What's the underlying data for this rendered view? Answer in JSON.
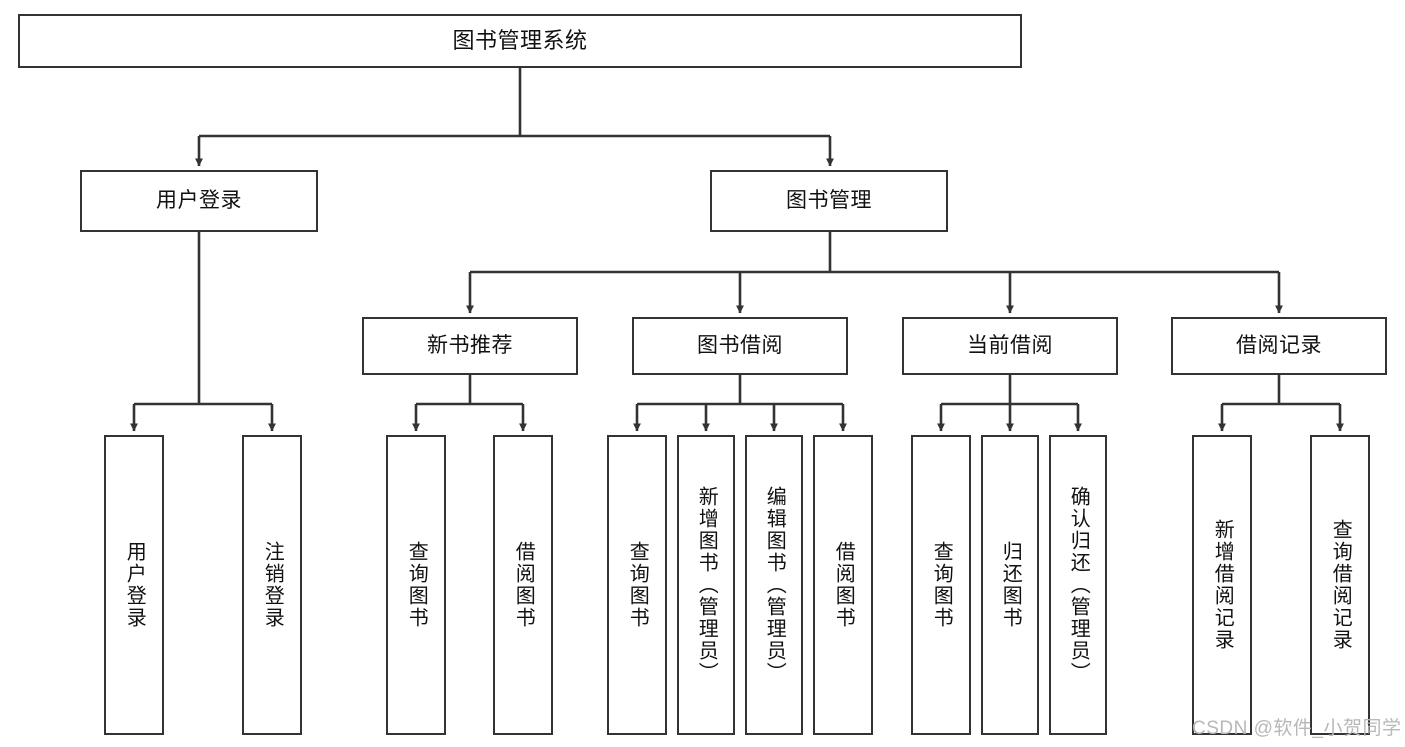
{
  "diagram": {
    "title": "图书管理系统",
    "type": "tree-hierarchy-diagram",
    "colors": {
      "box_border": "#333333",
      "box_fill": "#ffffff",
      "edge": "#333333",
      "text": "#111111",
      "watermark": "#b8b8b8",
      "background": "#ffffff"
    },
    "root": {
      "label": "图书管理系统"
    },
    "level2": [
      {
        "label": "用户登录"
      },
      {
        "label": "图书管理"
      }
    ],
    "level3": [
      {
        "label": "新书推荐"
      },
      {
        "label": "图书借阅"
      },
      {
        "label": "当前借阅"
      },
      {
        "label": "借阅记录"
      }
    ],
    "leaves": {
      "user_login": [
        {
          "label": "用户登录"
        },
        {
          "label": "注销登录"
        }
      ],
      "new_book_recommend": [
        {
          "label": "查询图书"
        },
        {
          "label": "借阅图书"
        }
      ],
      "book_borrow": [
        {
          "label": "查询图书"
        },
        {
          "label": "新增图书（管理员）"
        },
        {
          "label": "编辑图书（管理员）"
        },
        {
          "label": "借阅图书"
        }
      ],
      "current_borrow": [
        {
          "label": "查询图书"
        },
        {
          "label": "归还图书"
        },
        {
          "label": "确认归还（管理员）"
        }
      ],
      "borrow_record": [
        {
          "label": "新增借阅记录"
        },
        {
          "label": "查询借阅记录"
        }
      ]
    }
  },
  "watermark": {
    "text": "CSDN @软件_小贺同学"
  }
}
